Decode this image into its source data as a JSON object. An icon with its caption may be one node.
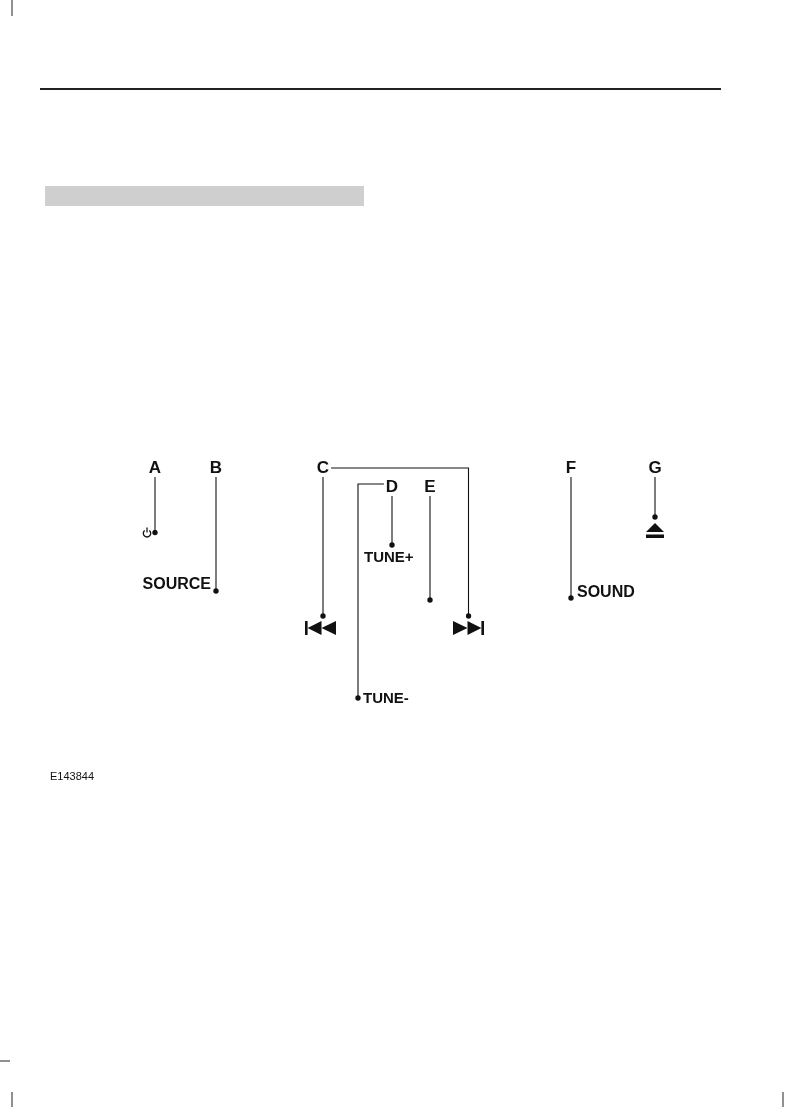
{
  "diagram": {
    "nodes": [
      {
        "text": [],
        "shape": "bar"
      },
      {
        "text": [
          "A"
        ]
      },
      {
        "text": [
          "B"
        ]
      },
      {
        "text": [
          "C"
        ]
      },
      {
        "text": [
          "D"
        ]
      },
      {
        "text": [
          "E"
        ]
      },
      {
        "text": [
          "F"
        ]
      },
      {
        "text": [
          "G"
        ]
      },
      {
        "text": [],
        "shape": "picture"
      },
      {
        "text": [],
        "shape": "picture"
      },
      {
        "text": [
          "TUNE+"
        ]
      },
      {
        "text": [
          "SOURCE"
        ]
      },
      {
        "text": [
          "SOUND"
        ]
      },
      {
        "text": [],
        "shape": "picture"
      },
      {
        "text": [],
        "shape": "picture"
      },
      {
        "text": [
          "TUNE-"
        ]
      }
    ],
    "edges": [
      {
        "from": 1,
        "to": 8,
        "arrow": "other"
      },
      {
        "from": 2,
        "to": 11,
        "arrow": "other"
      },
      {
        "from": 3,
        "to": 13,
        "arrow": "other"
      },
      {
        "from": 3,
        "to": 14,
        "arrow": "other"
      },
      {
        "from": 4,
        "to": 10,
        "arrow": "other"
      },
      {
        "from": 4,
        "to": 15,
        "arrow": "other"
      },
      {
        "from": 5,
        "to": null,
        "arrow": "other"
      },
      {
        "from": 6,
        "to": 12,
        "arrow": "other"
      },
      {
        "from": 7,
        "to": 9,
        "arrow": "other"
      }
    ],
    "labels": [
      "E143844"
    ]
  }
}
